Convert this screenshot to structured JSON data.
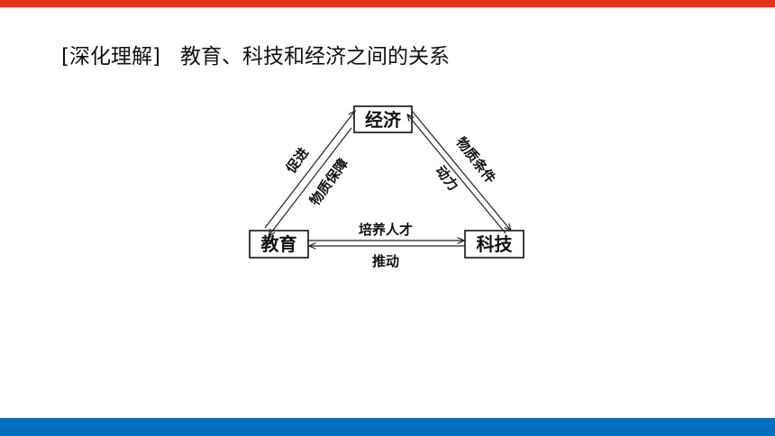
{
  "heading": {
    "tag": "[深化理解]",
    "title": "教育、科技和经济之间的关系"
  },
  "nodes": {
    "economy": "经济",
    "education": "教育",
    "technology": "科技"
  },
  "edges": {
    "education_to_economy": "促进",
    "economy_to_education": "物质保障",
    "economy_to_technology": "物质条件",
    "technology_to_economy": "动力",
    "education_to_technology": "培养人才",
    "technology_to_education": "推动"
  },
  "colors": {
    "top_bar": "#e3311d",
    "bottom_bar": "#0070c0"
  }
}
